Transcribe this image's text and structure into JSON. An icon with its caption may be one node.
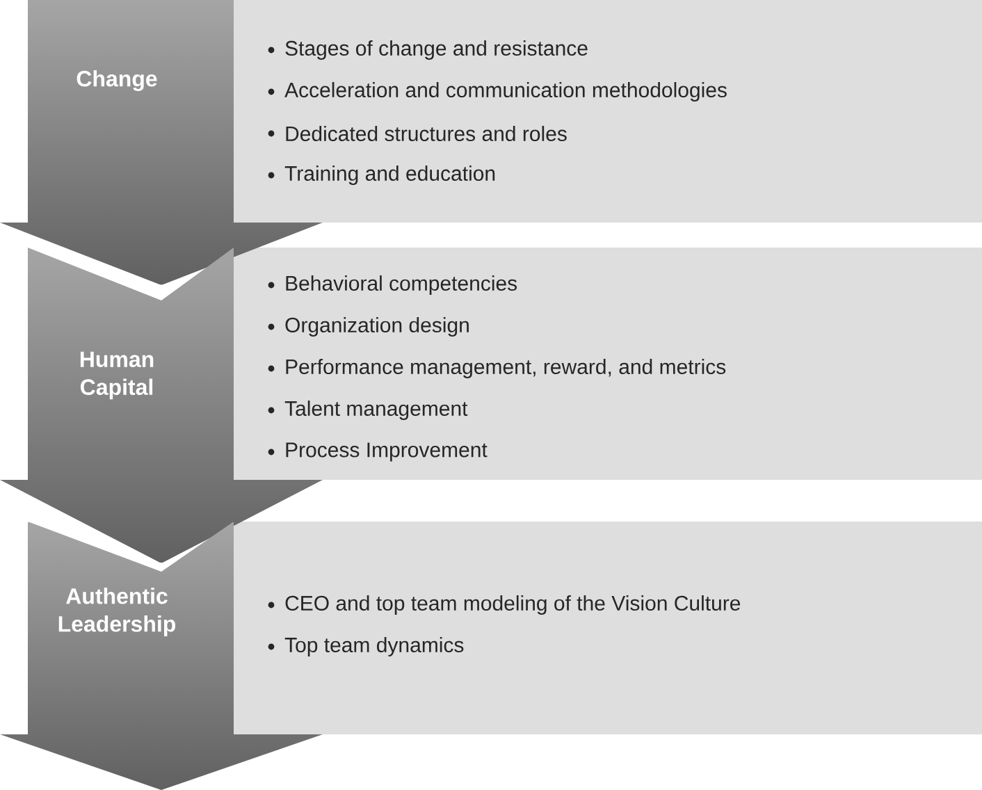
{
  "diagram": {
    "nodes": [
      {
        "text": [
          "Change"
        ]
      },
      {
        "text": [
          "Stages of change and resistance",
          "Acceleration and communication methodologies",
          "Dedicated structures and roles",
          "Training and education"
        ]
      },
      {
        "text": [
          "Human Capital"
        ]
      },
      {
        "text": [
          "Behavioral competencies",
          "Organization design",
          "Performance management, reward, and metrics",
          "Talent management",
          "Process Improvement"
        ]
      },
      {
        "text": [
          "Authentic Leadership"
        ]
      },
      {
        "text": [
          "CEO and top team modeling of the Vision Culture",
          "Top team dynamics"
        ]
      }
    ]
  }
}
